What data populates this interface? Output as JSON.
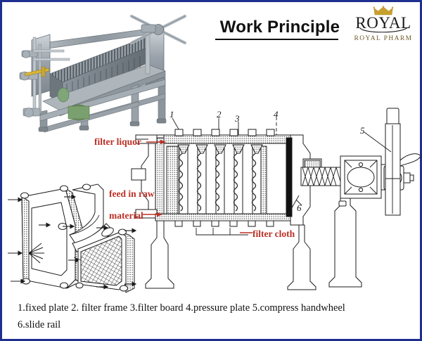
{
  "page": {
    "border_color": "#1f2f8f",
    "background": "#ffffff",
    "annotation_color": "#bc3026"
  },
  "header": {
    "title": "Work Principle"
  },
  "logo": {
    "main": "ROYAL",
    "sub": "ROYAL  PHARM",
    "crown_icon": "crown-icon",
    "gold": "#c8a02c"
  },
  "photo": {
    "alt": "plate and frame filter press machine photograph"
  },
  "diagram": {
    "annotations": [
      {
        "id": "filter-liquor",
        "text": "filter liquor"
      },
      {
        "id": "feed-line-1",
        "text": "feed in raw"
      },
      {
        "id": "feed-line-2",
        "text": "material"
      },
      {
        "id": "filter-cloth",
        "text": "filter cloth"
      }
    ],
    "callouts": [
      {
        "id": "callout-1",
        "text": "1"
      },
      {
        "id": "callout-2",
        "text": "2"
      },
      {
        "id": "callout-3",
        "text": "3"
      },
      {
        "id": "callout-4",
        "text": "4"
      },
      {
        "id": "callout-5",
        "text": "5"
      },
      {
        "id": "callout-6",
        "text": "6"
      }
    ]
  },
  "caption": {
    "line1": "1.fixed plate  2. filter frame  3.filter board  4.pressure plate  5.compress handwheel",
    "line2": "6.slide rail"
  }
}
